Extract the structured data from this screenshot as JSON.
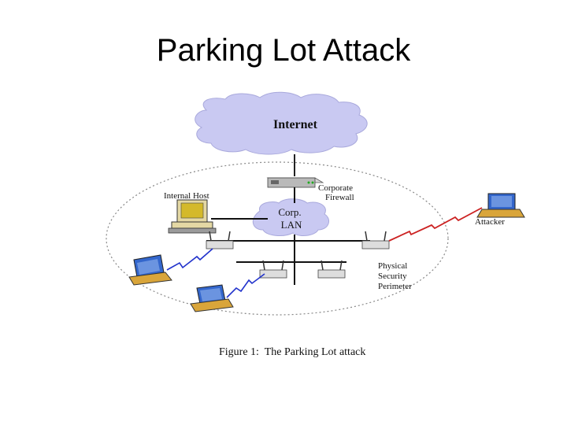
{
  "slide": {
    "title": "Parking Lot Attack"
  },
  "diagram": {
    "internet_label": "Internet",
    "firewall_label_line1": "Corporate",
    "firewall_label_line2": "Firewall",
    "lan_label_line1": "Corp.",
    "lan_label_line2": "LAN",
    "internal_host_label": "Internal Host",
    "attacker_label": "Attacker",
    "perimeter_label_line1": "Physical",
    "perimeter_label_line2": "Security",
    "perimeter_label_line3": "Perimeter",
    "caption": "Figure 1:  The Parking Lot attack",
    "colors": {
      "cloud_fill": "#c9c9f2",
      "cloud_edge": "#a9a9dc",
      "attack_link": "#cc2222",
      "wireless_link": "#2233cc",
      "laptop_screen": "#3366cc",
      "laptop_base": "#d9a53a"
    }
  }
}
